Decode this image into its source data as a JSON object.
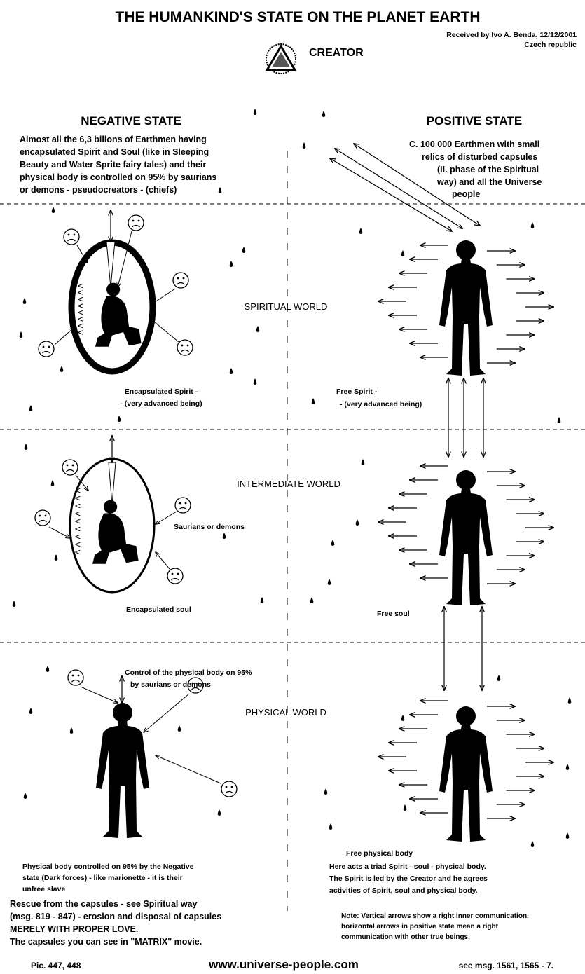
{
  "title": "THE HUMANKIND'S STATE ON THE PLANET EARTH",
  "received": "Received by Ivo A. Benda, 12/12/2001",
  "country": "Czech republic",
  "creator": "CREATOR",
  "negative": {
    "heading": "NEGATIVE  STATE",
    "description": [
      "Almost all the 6,3 bilions of Earthmen having",
      "encapsulated Spirit and Soul (like in Sleeping",
      "Beauty and Water Sprite fairy tales) and their",
      "physical body is controlled on 95% by saurians",
      "or demons - pseudocreators   - (chiefs)"
    ]
  },
  "positive": {
    "heading": "POSITIVE  STATE",
    "description": [
      "C. 100 000 Earthmen with small",
      "relics of disturbed capsules",
      "(II. phase of the  Spiritual",
      "way) and all the  Universe",
      "people"
    ]
  },
  "worlds": {
    "spiritual": "SPIRITUAL WORLD",
    "intermediate": "INTERMEDIATE WORLD",
    "physical": "PHYSICAL WORLD"
  },
  "labels": {
    "encapsulated_spirit": [
      "Encapsulated Spirit -",
      "- (very advanced being)"
    ],
    "free_spirit": [
      "Free Spirit -",
      "- (very advanced being)"
    ],
    "saurians": "Saurians or demons",
    "encapsulated_soul": "Encapsulated soul",
    "free_soul": "Free soul",
    "control": [
      "Control of the physical body on 95%",
      "by saurians or demons"
    ],
    "free_physical": "Free physical body"
  },
  "bottom": {
    "physical_controlled": [
      "Physical body controlled on 95% by the Negative",
      "state (Dark forces) - like marionette - it is their",
      "unfree slave"
    ],
    "rescue": [
      "Rescue from the capsules - see Spiritual way",
      "(msg. 819 - 847) - erosion and disposal of capsules",
      "MERELY WITH PROPER LOVE.",
      " The capsules you can see in \"MATRIX\" movie."
    ],
    "triad": [
      "Here acts a triad Spirit - soul - physical body.",
      "The Spirit is led by the Creator and he agrees",
      "activities of Spirit, soul and physical body."
    ],
    "note": [
      "Note: Vertical arrows show a right inner communication,",
      "horizontal arrows in positive state mean a right",
      "communication with other true beings."
    ]
  },
  "footer": {
    "pic": "Pic.  447, 448",
    "website": "www.universe-people.com",
    "see": "see msg. 1561, 1565 - 7."
  }
}
